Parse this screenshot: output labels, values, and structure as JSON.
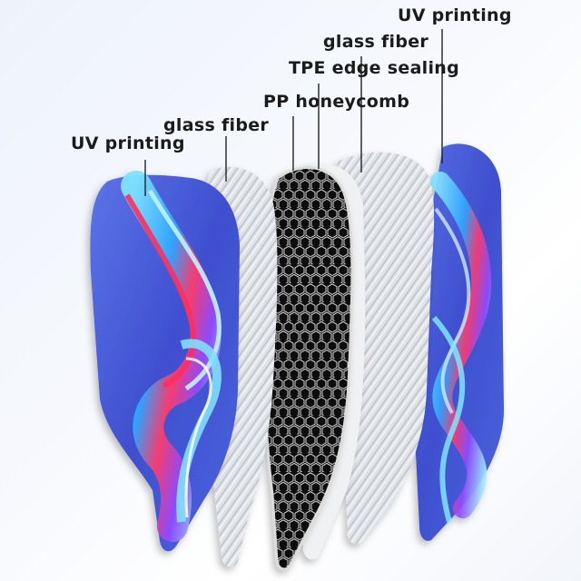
{
  "labels": {
    "uv_printing_left": "UV printing",
    "glass_fiber_left": "glass fiber",
    "pp_honeycomb": "PP honeycomb",
    "tpe_edge_sealing": "TPE edge sealing",
    "glass_fiber_right": "glass fiber",
    "uv_printing_right": "UV printing"
  },
  "colors": {
    "uv_layer_blue": "#4a5fd8",
    "glass_fiber": "#dcdfe4",
    "honeycomb": "#141414",
    "tpe_edge": "#f1f2f4",
    "leader_line": "#222222"
  }
}
